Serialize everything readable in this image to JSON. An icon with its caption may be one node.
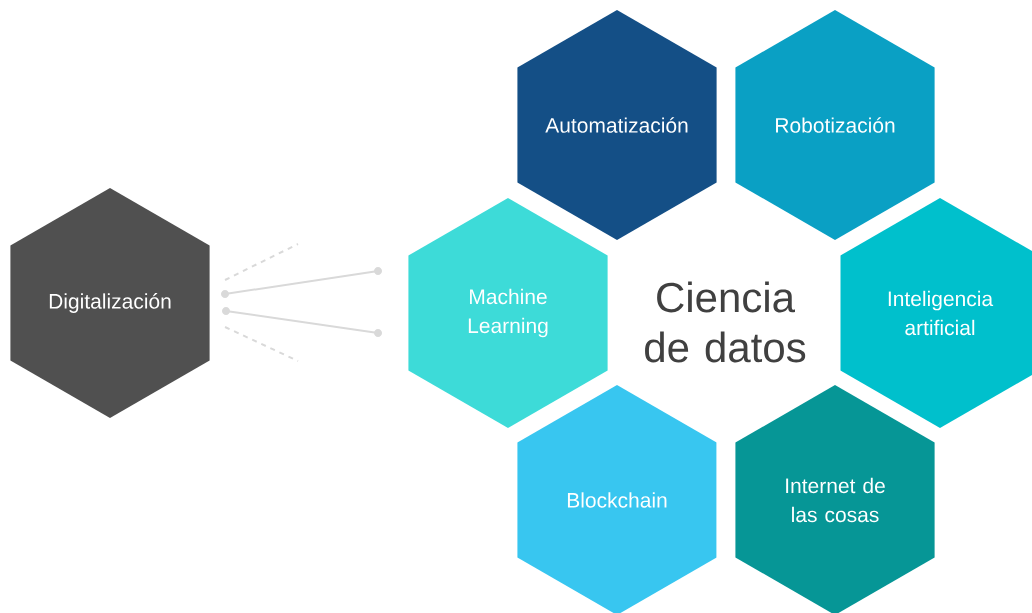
{
  "diagram": {
    "nodes": [
      {
        "text": [
          "Digitalización"
        ]
      },
      {
        "text": [
          "Automatización"
        ]
      },
      {
        "text": [
          "Robotización"
        ]
      },
      {
        "text": [
          "Machine Learning"
        ]
      },
      {
        "text": [
          "Inteligencia artificial"
        ]
      },
      {
        "text": [
          "Blockchain"
        ]
      },
      {
        "text": [
          "Internet de las cosas"
        ]
      }
    ],
    "labels": [
      "Ciencia de datos"
    ]
  }
}
